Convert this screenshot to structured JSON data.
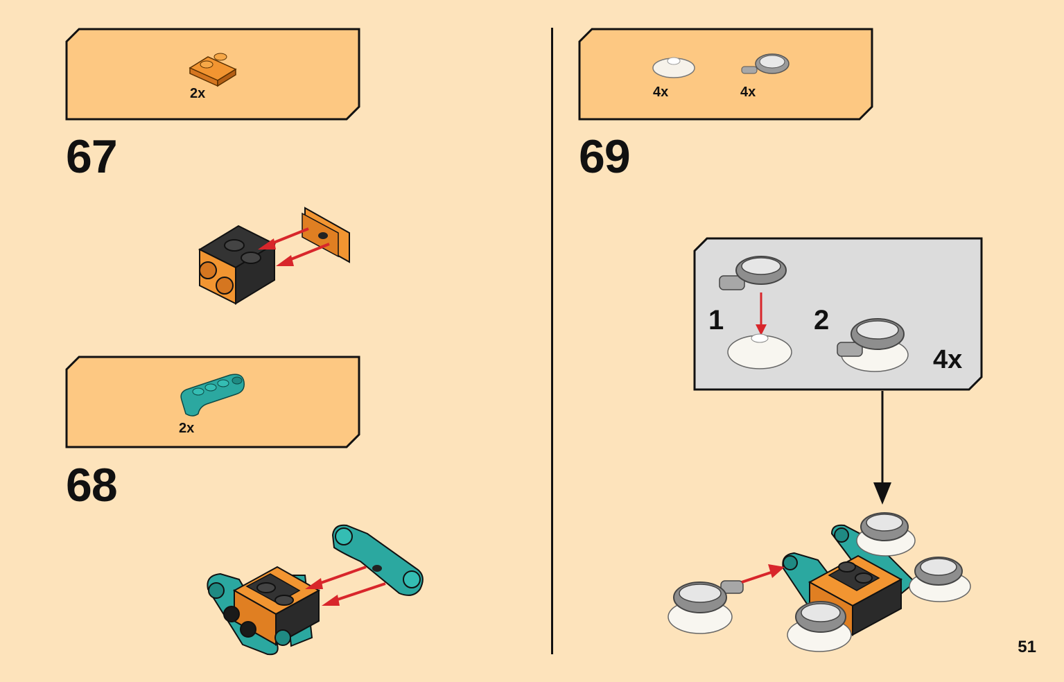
{
  "steps": [
    {
      "number": "67",
      "parts": [
        {
          "qty": "2x",
          "icon": "orange-plate-1x2-icon"
        }
      ]
    },
    {
      "number": "68",
      "parts": [
        {
          "qty": "2x",
          "icon": "teal-bracket-plate-icon"
        }
      ]
    },
    {
      "number": "69",
      "parts": [
        {
          "qty": "4x",
          "icon": "clear-dish-icon"
        },
        {
          "qty": "4x",
          "icon": "grey-pan-icon"
        }
      ],
      "sub_assembly": {
        "step_1": "1",
        "step_2": "2",
        "multiplier": "4x"
      }
    }
  ],
  "page_number": "51",
  "colors": {
    "background": "#fde3bb",
    "callout": "#fdc882",
    "sub_panel": "#dcdcdc",
    "orange": "#f29531",
    "teal": "#2ba8a0",
    "arrow_red": "#d8262b",
    "dark": "#1a1a1a"
  }
}
